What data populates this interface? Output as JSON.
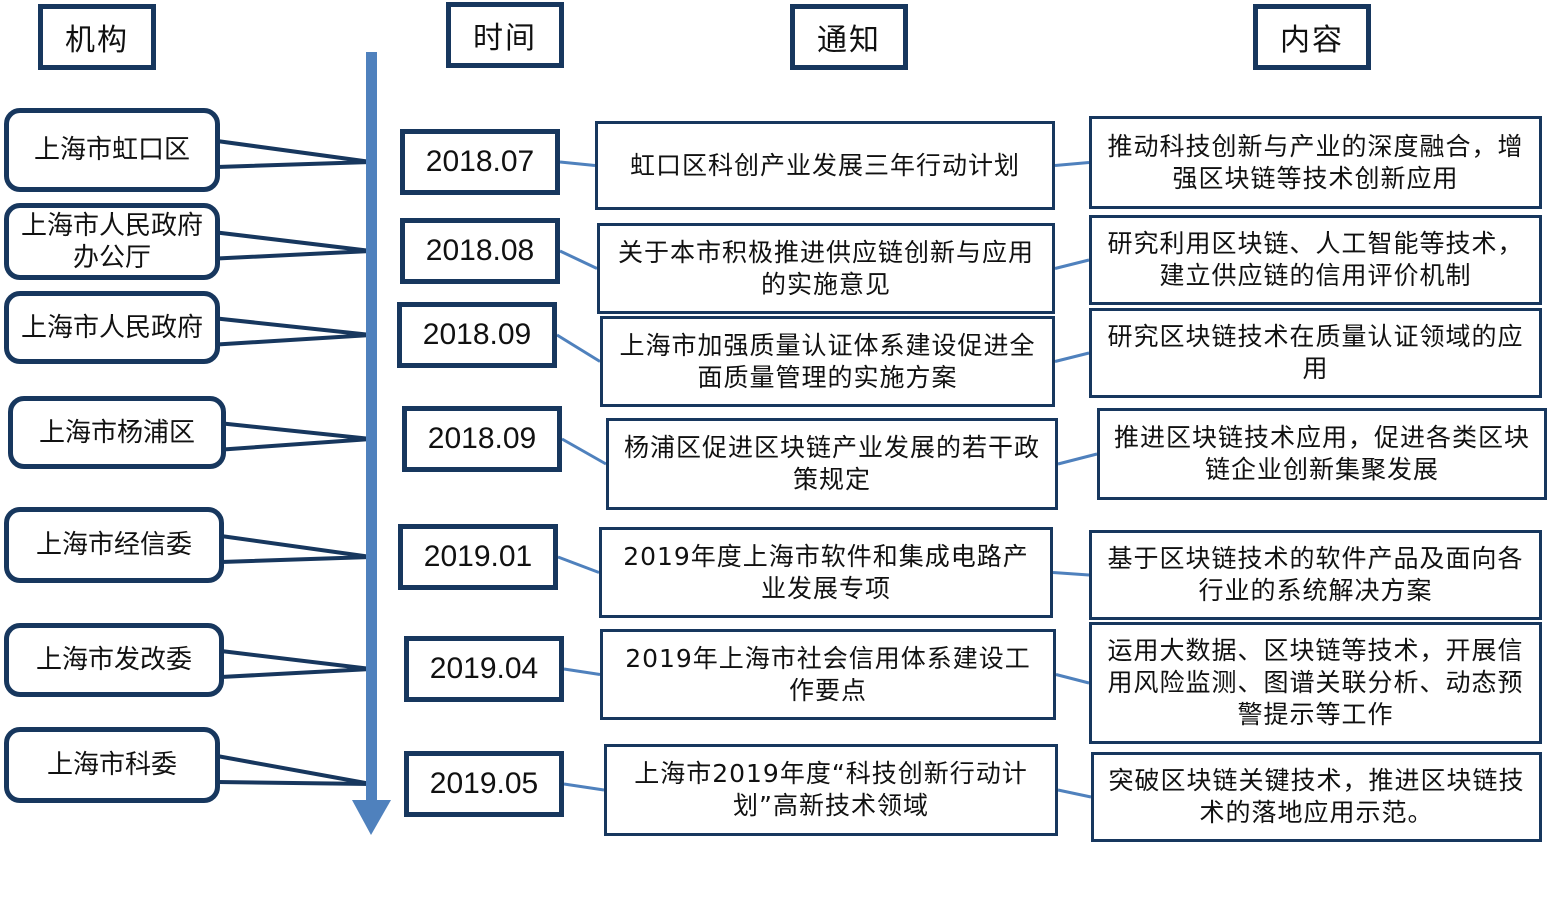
{
  "headers": {
    "org": "机构",
    "time": "时间",
    "notice": "通知",
    "content": "内容"
  },
  "rows": [
    {
      "org": "上海市虹口区",
      "date": "2018.07",
      "notice": "虹口区科创产业发展三年行动计划",
      "content": "推动科技创新与产业的深度融合，增强区块链等技术创新应用"
    },
    {
      "org": "上海市人民政府办公厅",
      "date": "2018.08",
      "notice": "关于本市积极推进供应链创新与应用的实施意见",
      "content": "研究利用区块链、人工智能等技术，建立供应链的信用评价机制"
    },
    {
      "org": "上海市人民政府",
      "date": "2018.09",
      "notice": "上海市加强质量认证体系建设促进全面质量管理的实施方案",
      "content": "研究区块链技术在质量认证领域的应用"
    },
    {
      "org": "上海市杨浦区",
      "date": "2018.09",
      "notice": "杨浦区促进区块链产业发展的若干政策规定",
      "content": "推进区块链技术应用，促进各类区块链企业创新集聚发展"
    },
    {
      "org": "上海市经信委",
      "date": "2019.01",
      "notice": "2019年度上海市软件和集成电路产业发展专项",
      "content": "基于区块链技术的软件产品及面向各行业的系统解决方案"
    },
    {
      "org": "上海市发改委",
      "date": "2019.04",
      "notice": "2019年上海市社会信用体系建设工作要点",
      "content": "运用大数据、区块链等技术，开展信用风险监测、图谱关联分析、动态预警提示等工作"
    },
    {
      "org": "上海市科委",
      "date": "2019.05",
      "notice": "上海市2019年度“科技创新行动计划”高新技术领域",
      "content": "突破区块链关键技术，推进区块链技术的落地应用示范。"
    }
  ]
}
